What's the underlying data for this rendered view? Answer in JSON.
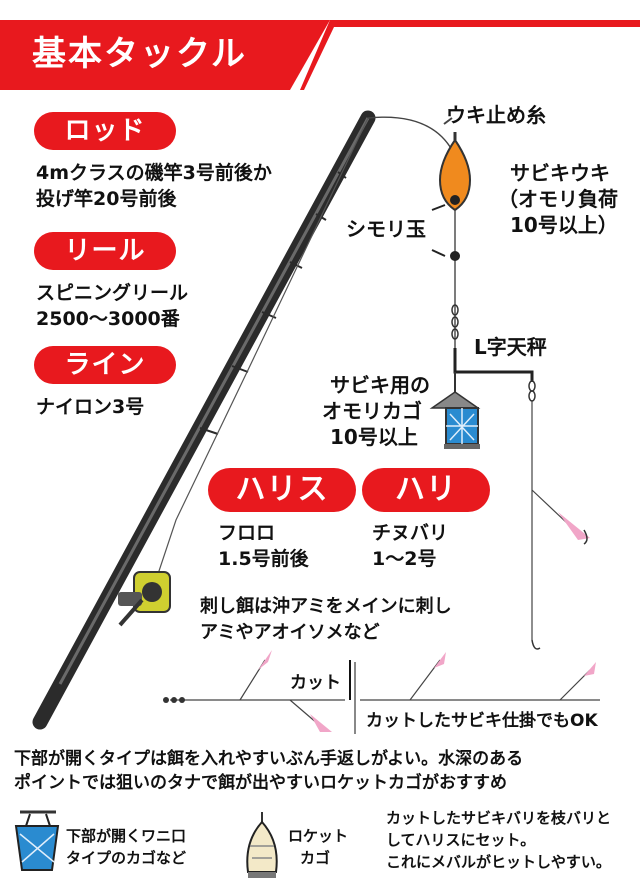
{
  "title": "基本タックル",
  "colors": {
    "accent": "#e8191e",
    "text": "#111111",
    "rod": "#2b2b2b",
    "float": "#f08a1e",
    "basket": "#2a8bd0",
    "bait": "#f1a6c8"
  },
  "rod": {
    "heading": "ロッド",
    "line1": "4mクラスの磯竿3号前後か",
    "line2": "投げ竿20号前後"
  },
  "reel": {
    "heading": "リール",
    "line1": "スピニングリール",
    "line2": "2500〜3000番"
  },
  "line": {
    "heading": "ライン",
    "text": "ナイロン3号"
  },
  "harisu": {
    "heading": "ハリス",
    "line1": "フロロ",
    "line2": "1.5号前後"
  },
  "hari": {
    "heading": "ハリ",
    "line1": "チヌバリ",
    "line2": "1〜2号"
  },
  "labels": {
    "uki_stop": "ウキ止め糸",
    "float_line1": "サビキウキ",
    "float_line2": "（オモリ負荷",
    "float_line3": "10号以上）",
    "shimori": "シモリ玉",
    "tenbin": "L字天秤",
    "kago_line1": "サビキ用の",
    "kago_line2": "オモリカゴ",
    "kago_line3": "10号以上"
  },
  "bait": {
    "line1": "刺し餌は沖アミをメインに刺し",
    "line2": "アミやアオイソメなど"
  },
  "cut": {
    "label": "カット",
    "ok": "カットしたサビキ仕掛でもOK"
  },
  "bottom": {
    "line1": "下部が開くタイプは餌を入れやすいぶん手返しがよい。水深のある",
    "line2": "ポイントでは狙いのタナで餌が出やすいロケットカゴがおすすめ",
    "wanikuchi_line1": "下部が開くワニ口",
    "wanikuchi_line2": "タイプのカゴなど",
    "rocket_line1": "ロケット",
    "rocket_line2": "カゴ",
    "note_line1": "カットしたサビキバリを枝バリと",
    "note_line2": "してハリスにセット。",
    "note_line3": "これにメバルがヒットしやすい。"
  }
}
